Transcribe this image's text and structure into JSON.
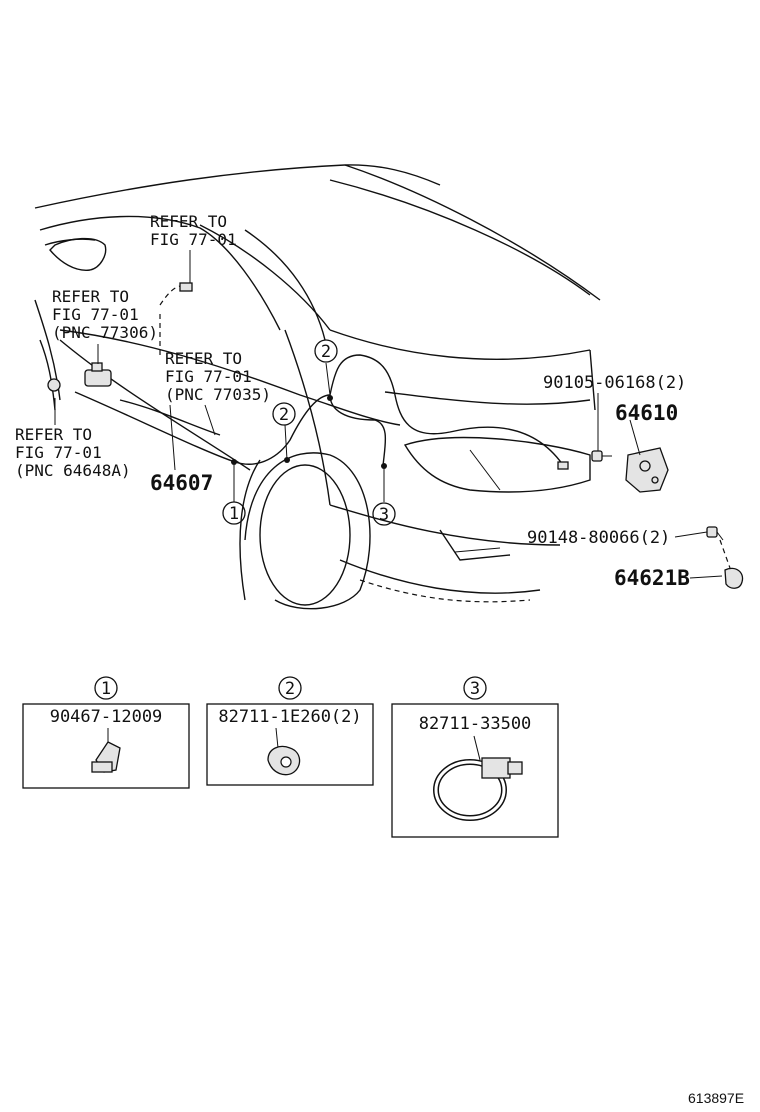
{
  "callouts": {
    "refer_top": [
      "REFER TO",
      "FIG 77-01"
    ],
    "refer_mirror": [
      "REFER TO",
      "FIG 77-01",
      "(PNC 77306)"
    ],
    "refer_cable": [
      "REFER TO",
      "FIG 77-01",
      "(PNC 77035)"
    ],
    "refer_lower": [
      "REFER TO",
      "FIG 77-01",
      "(PNC 64648A)"
    ]
  },
  "parts": {
    "cable": "64607",
    "lock": "64610",
    "lock_bolt": "90105-06168(2)",
    "striker_bolt": "90148-80066(2)",
    "striker": "64621B"
  },
  "clamp_markers": [
    "1",
    "2",
    "3"
  ],
  "detail_boxes": [
    {
      "marker": "1",
      "part_number": "90467-12009"
    },
    {
      "marker": "2",
      "part_number": "82711-1E260(2)"
    },
    {
      "marker": "3",
      "part_number": "82711-33500"
    }
  ],
  "figure_id": "613897E"
}
